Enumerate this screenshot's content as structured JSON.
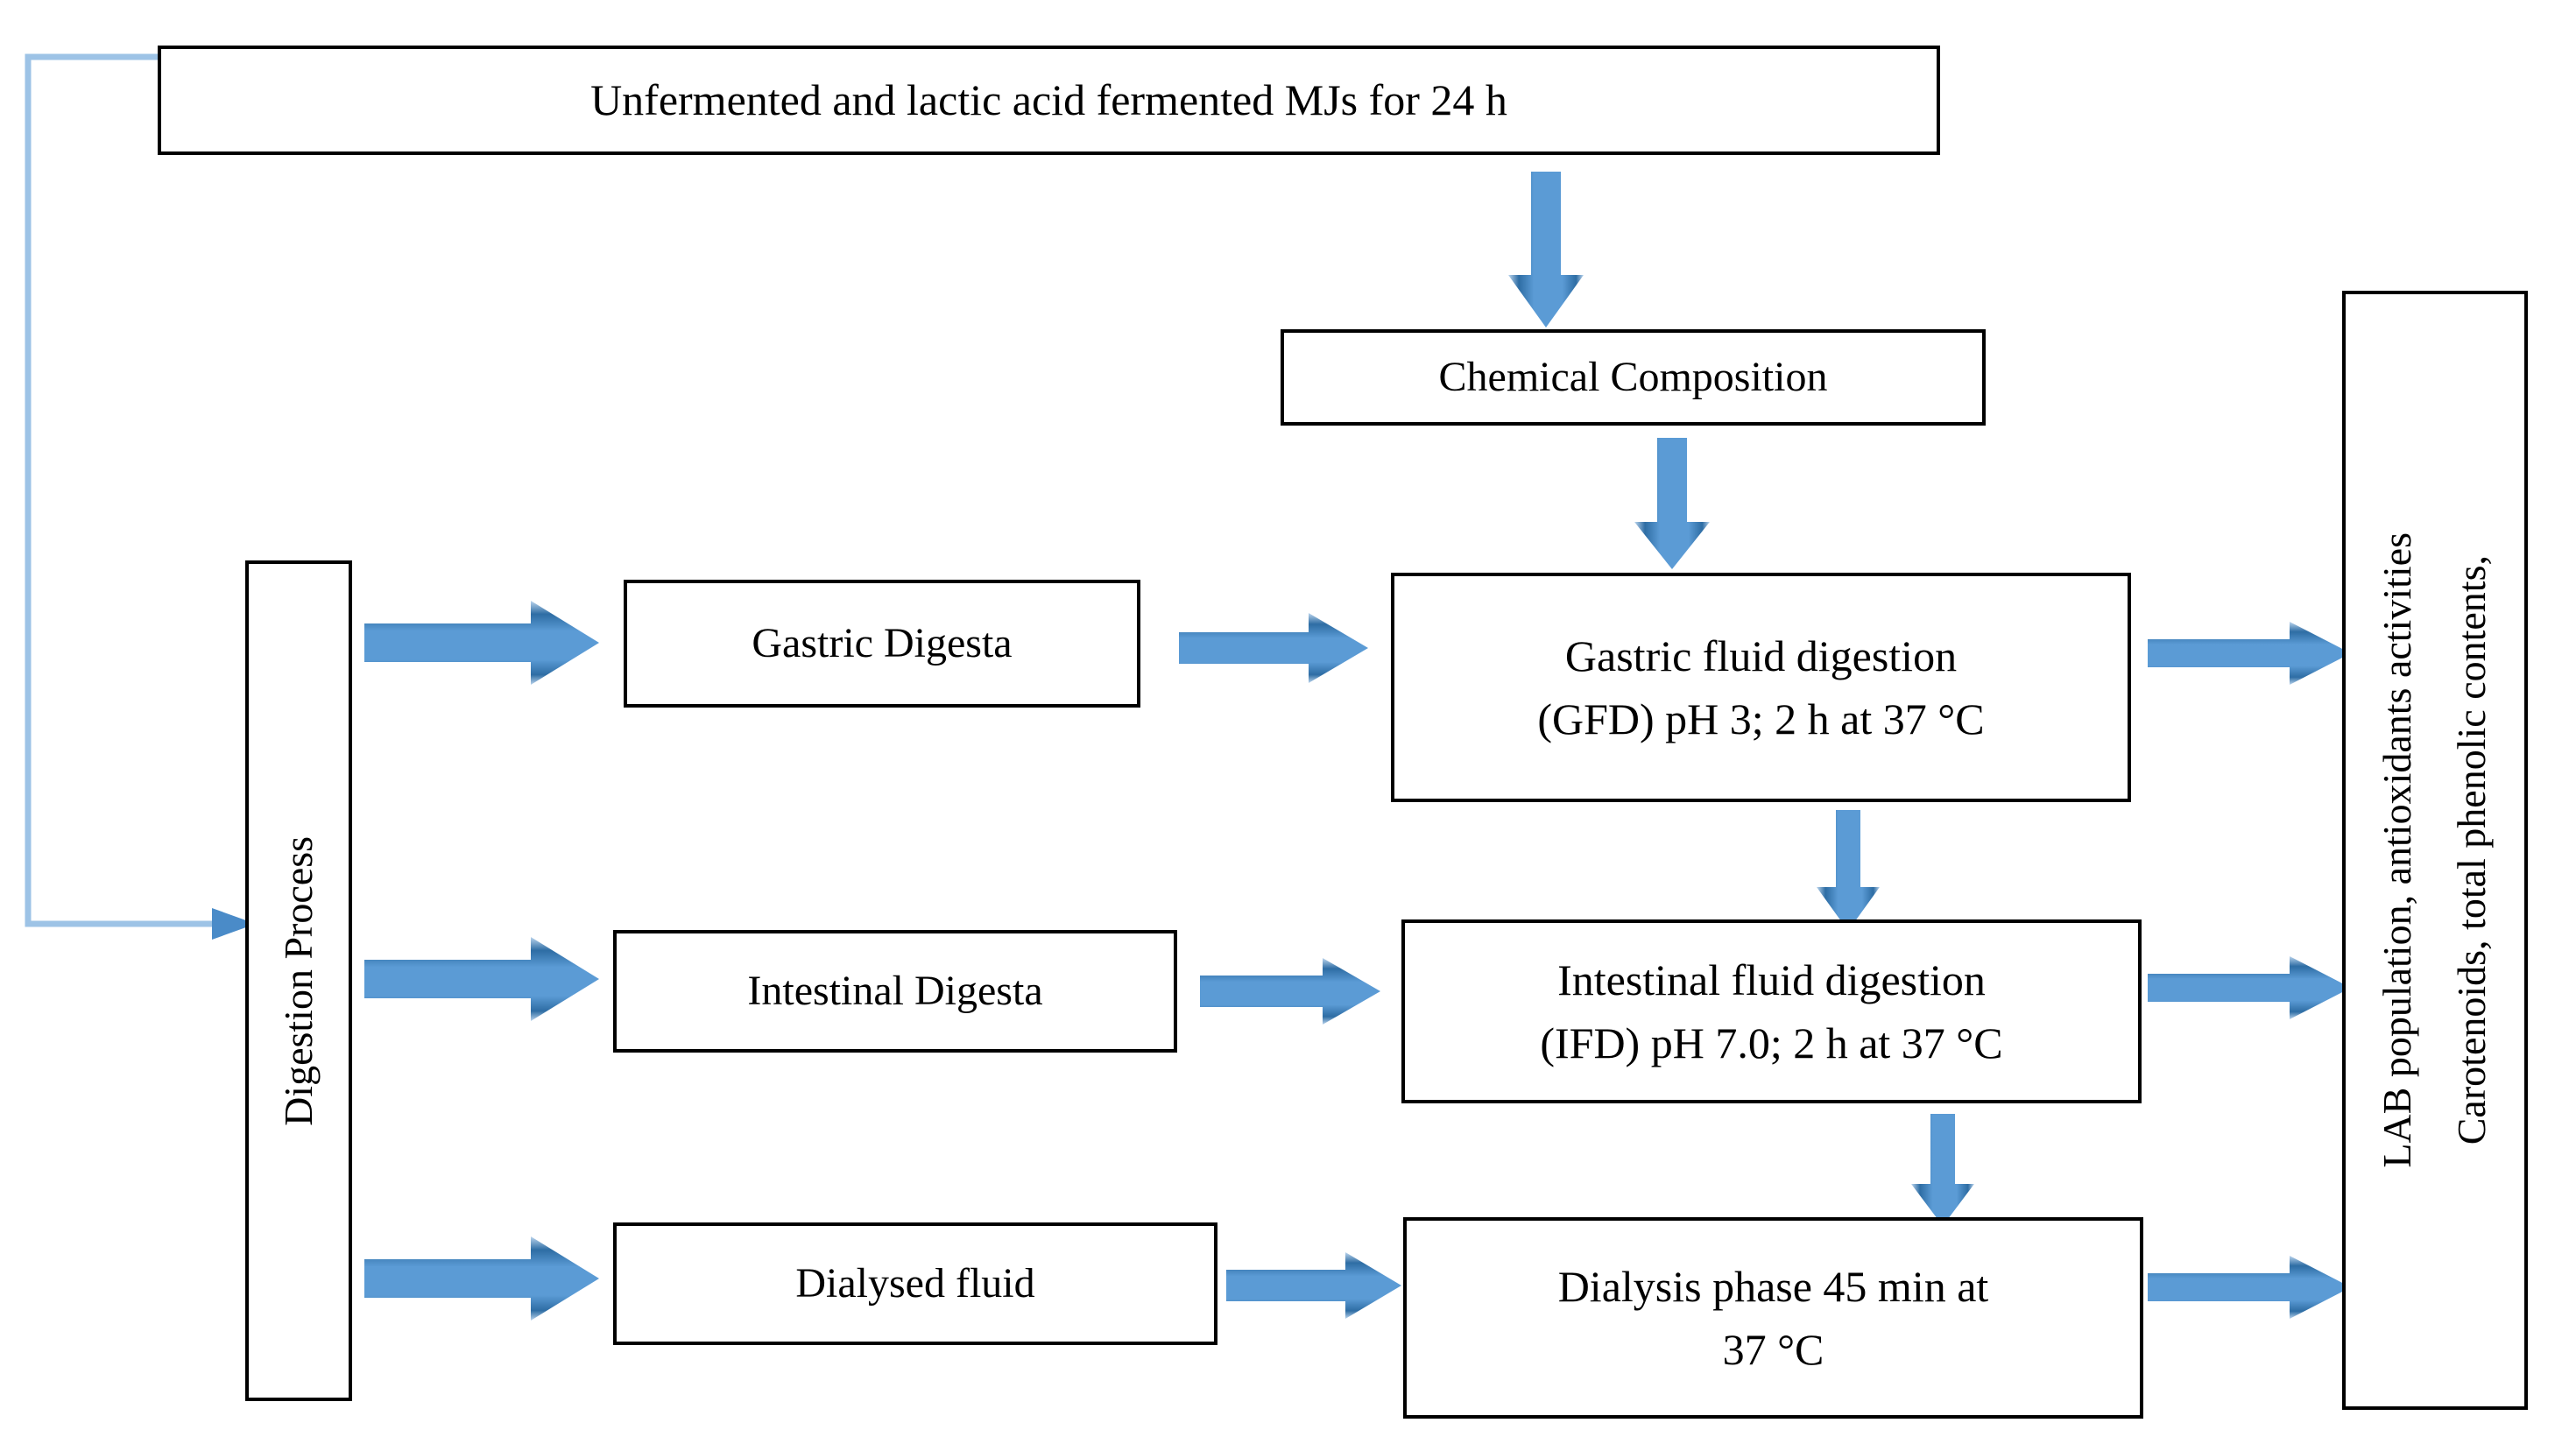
{
  "diagram": {
    "title_box": {
      "label": "Unfermented and lactic acid fermented MJs for 24 h"
    },
    "chemical_box": {
      "label": "Chemical Composition"
    },
    "process_box": {
      "label": "Digestion Process"
    },
    "results_box": {
      "line1": "Carotenoids, total phenolic contents,",
      "line2": "LAB population, antioxidants activities"
    },
    "digesta": [
      {
        "label": "Gastric Digesta"
      },
      {
        "label": "Intestinal Digesta"
      },
      {
        "label": "Dialysed fluid"
      }
    ],
    "phases": [
      {
        "line1": "Gastric fluid digestion",
        "line2": "(GFD) pH 3; 2 h at 37 °C"
      },
      {
        "line1": "Intestinal fluid digestion",
        "line2": "(IFD) pH 7.0; 2 h at 37 °C"
      },
      {
        "line1": "Dialysis phase 45 min at",
        "line2": "37 °C"
      }
    ],
    "colors": {
      "arrow_fill_light": "#5b9bd5",
      "arrow_fill_mid": "#4a8bc8",
      "arrow_edge_dark": "#2e6da4",
      "arrow_halo": "#bdd6ee",
      "connector_line": "#9dc3e6",
      "box_border": "#000000",
      "box_background": "#ffffff",
      "text": "#000000"
    }
  }
}
